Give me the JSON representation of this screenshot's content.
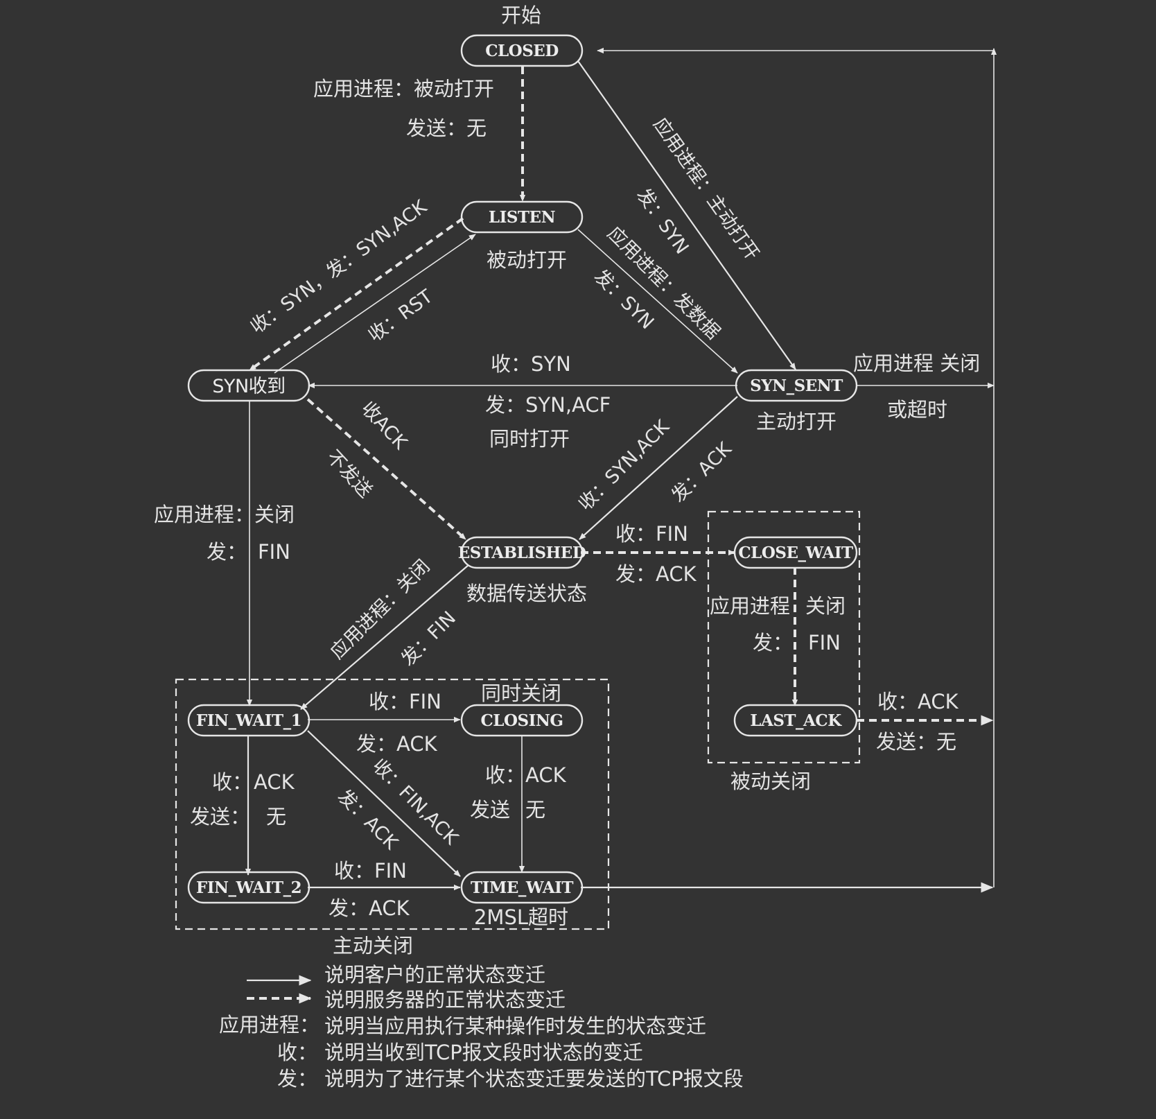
{
  "states": {
    "closed": "CLOSED",
    "listen": "LISTEN",
    "syn_rcvd": "SYN收到",
    "syn_sent": "SYN_SENT",
    "established": "ESTABLISHED",
    "close_wait": "CLOSE_WAIT",
    "last_ack": "LAST_ACK",
    "fin_wait_1": "FIN_WAIT_1",
    "fin_wait_2": "FIN_WAIT_2",
    "closing": "CLOSING",
    "time_wait": "TIME_WAIT"
  },
  "labels": {
    "start": "开始",
    "closed_listen_1": "应用进程：被动打开",
    "closed_listen_2": "发送：无",
    "listen_caption": "被动打开",
    "closed_synsent_1": "应用进程：主动打开",
    "closed_synsent_2": "发：SYN",
    "listen_synsent_1": "应用进程：发数据",
    "listen_synsent_2": "发：SYN",
    "listen_synrcvd": "收：SYN，发：SYN,ACK",
    "synrcvd_listen": "收：RST",
    "synsent_synrcvd_1": "收：SYN",
    "synsent_synrcvd_2": "发：SYN,ACF",
    "synsent_synrcvd_3": "同时打开",
    "synsent_close_1": "应用进程 关闭",
    "synsent_close_2": "或超时",
    "synsent_caption": "主动打开",
    "synrcvd_est_1": "收ACK",
    "synrcvd_est_2": "不发送",
    "synsent_est_1": "收：SYN,ACK",
    "synsent_est_2": "发：ACK",
    "synrcvd_fw1_1": "应用进程：关闭",
    "synrcvd_fw1_2": "发：",
    "synrcvd_fw1_3": "FIN",
    "est_cw_1": "收：FIN",
    "est_cw_2": "发：ACK",
    "est_caption": "数据传送状态",
    "est_fw1_1": "应用进程：关闭",
    "est_fw1_2": "发：FIN",
    "cw_la_1": "应用进程",
    "cw_la_2": "关闭",
    "cw_la_3": "发：",
    "cw_la_4": "FIN",
    "la_closed_1": "收：ACK",
    "la_closed_2": "发送：无",
    "passive_close": "被动关闭",
    "simul_close": "同时关闭",
    "fw1_closing_1": "收：FIN",
    "fw1_closing_2": "发：ACK",
    "fw1_fw2_1": "收：",
    "fw1_fw2_2": "ACK",
    "fw1_fw2_3": "发送：",
    "fw1_fw2_4": "无",
    "fw1_tw_1": "收：FIN,ACK",
    "fw1_tw_2": "发：ACK",
    "closing_tw_1": "收：",
    "closing_tw_2": "ACK",
    "closing_tw_3": "发送",
    "closing_tw_4": "无",
    "fw2_tw_1": "收：FIN",
    "fw2_tw_2": "发：ACK",
    "tw_caption": "2MSL超时",
    "active_close": "主动关闭"
  },
  "legend": {
    "solid": "说明客户的正常状态变迁",
    "dashed": "说明服务器的正常状态变迁",
    "app_key": "应用进程：",
    "app_desc": "说明当应用执行某种操作时发生的状态变迁",
    "recv_key": "收：",
    "recv_desc": "说明当收到TCP报文段时状态的变迁",
    "send_key": "发：",
    "send_desc": "说明为了进行某个状态变迁要发送的TCP报文段"
  }
}
